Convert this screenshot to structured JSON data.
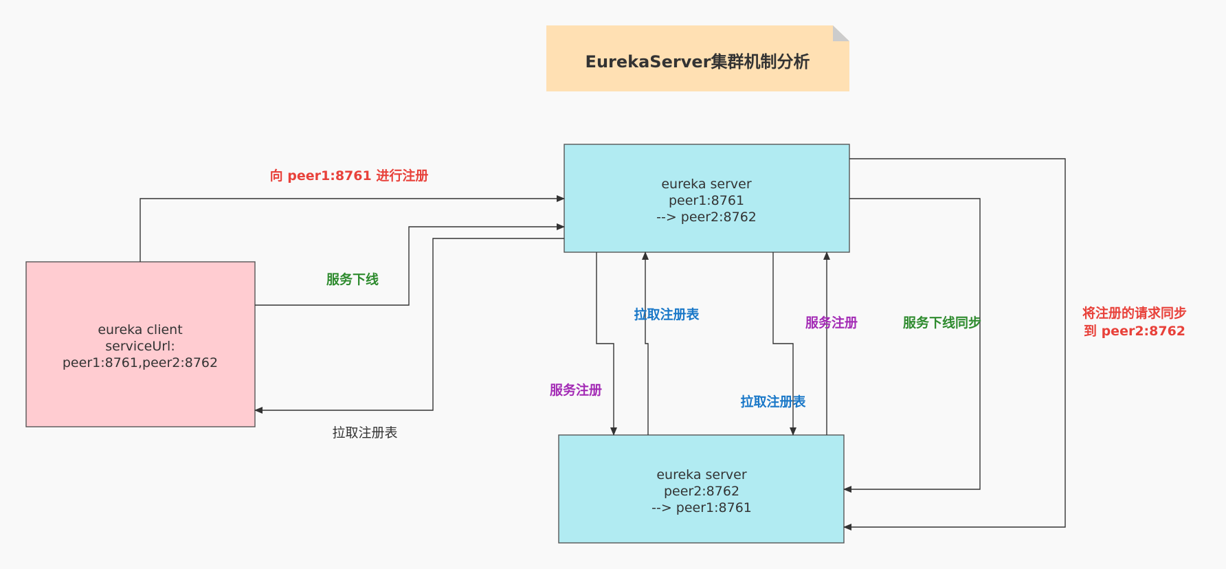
{
  "title": "EurekaServer集群机制分析",
  "nodes": {
    "client": {
      "lines": [
        "eureka client",
        "serviceUrl:",
        "peer1:8761,peer2:8762"
      ],
      "fill": "#ffccd1"
    },
    "peer1": {
      "lines": [
        "eureka server",
        "peer1:8761",
        "--> peer2:8762"
      ],
      "fill": "#b1ebf2"
    },
    "peer2": {
      "lines": [
        "eureka server",
        "peer2:8762",
        "--> peer1:8761"
      ],
      "fill": "#b1ebf2"
    }
  },
  "title_fill": "#ffe0b3",
  "edge_labels": {
    "register_peer1": "向 peer1:8761 进行注册",
    "client_offline": "服务下线",
    "client_fetch": "拉取注册表",
    "p2_fetch_from_p1": "拉取注册表",
    "p1_register_to_p2": "服务注册",
    "p2_register_to_p1": "服务注册",
    "p1_fetch_from_p2": "拉取注册表",
    "offline_sync": "服务下线同步",
    "register_sync_1": "将注册的请求同步",
    "register_sync_2": "到 peer2:8762"
  },
  "colors": {
    "red": "#e8413a",
    "green": "#2e8b2e",
    "blue": "#1a78c8",
    "purple": "#a32bb5",
    "line": "#333333"
  }
}
